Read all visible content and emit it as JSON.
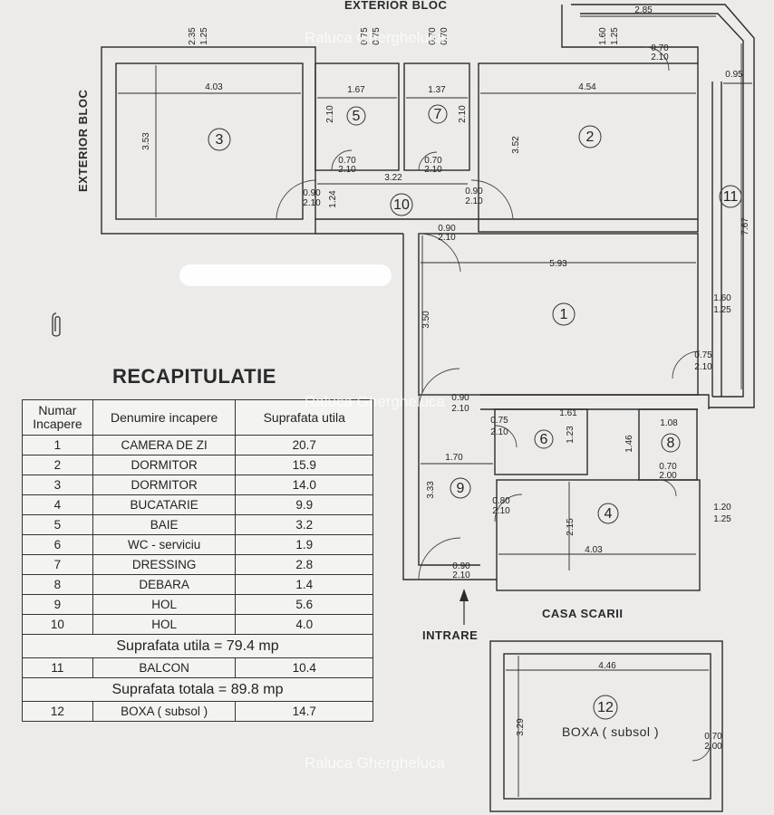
{
  "labels": {
    "exterior_top": "EXTERIOR BLOC",
    "exterior_left": "EXTERIOR BLOC",
    "stairs": "CASA SCARII",
    "entrance": "INTRARE",
    "box_room": "BOXA ( subsol )"
  },
  "watermark": "Raluca Ghergheluca",
  "recap": {
    "title": "RECAPITULATIE",
    "headers": {
      "number": "Numar Incapere",
      "name": "Denumire incapere",
      "area": "Suprafata utila"
    },
    "rows": [
      {
        "n": "1",
        "name": "CAMERA DE ZI",
        "area": "20.7"
      },
      {
        "n": "2",
        "name": "DORMITOR",
        "area": "15.9"
      },
      {
        "n": "3",
        "name": "DORMITOR",
        "area": "14.0"
      },
      {
        "n": "4",
        "name": "BUCATARIE",
        "area": "9.9"
      },
      {
        "n": "5",
        "name": "BAIE",
        "area": "3.2"
      },
      {
        "n": "6",
        "name": "WC - serviciu",
        "area": "1.9"
      },
      {
        "n": "7",
        "name": "DRESSING",
        "area": "2.8"
      },
      {
        "n": "8",
        "name": "DEBARA",
        "area": "1.4"
      },
      {
        "n": "9",
        "name": "HOL",
        "area": "5.6"
      },
      {
        "n": "10",
        "name": "HOL",
        "area": "4.0"
      }
    ],
    "useful_total": "Suprafata utila = 79.4 mp",
    "balcony": {
      "n": "11",
      "name": "BALCON",
      "area": "10.4"
    },
    "grand_total": "Suprafata totala = 89.8 mp",
    "storage": {
      "n": "12",
      "name": "BOXA ( subsol )",
      "area": "14.7"
    }
  },
  "rooms": [
    "1",
    "2",
    "3",
    "4",
    "5",
    "6",
    "7",
    "8",
    "9",
    "10",
    "11",
    "12"
  ],
  "dimensions": [
    "4.03",
    "3.53",
    "2.35",
    "1.25",
    "0.75",
    "0.75",
    "1.67",
    "2.10",
    "0.70",
    "2.10",
    "0.70",
    "0.70",
    "1.37",
    "2.10",
    "0.70",
    "2.10",
    "2.85",
    "1.60",
    "1.25",
    "0.70",
    "2.10",
    "4.54",
    "3.52",
    "0.95",
    "7.67",
    "3.22",
    "0.90",
    "2.10",
    "1.24",
    "0.90",
    "2.10",
    "0.90",
    "2.10",
    "5.93",
    "3.50",
    "1.60",
    "1.25",
    "0.75",
    "2.10",
    "0.90",
    "2.10",
    "0.75",
    "2.10",
    "1.61",
    "1.23",
    "1.46",
    "1.08",
    "0.70",
    "2.00",
    "1.70",
    "3.33",
    "0.80",
    "2.10",
    "2.15",
    "4.03",
    "1.20",
    "1.25",
    "0.90",
    "2.10",
    "4.46",
    "3.29",
    "0.70",
    "2.00"
  ]
}
